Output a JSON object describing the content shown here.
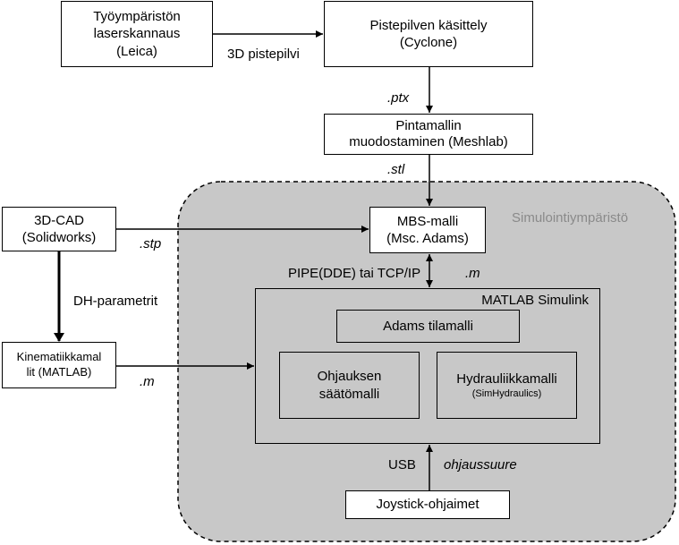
{
  "boxes": {
    "laser": {
      "lines": [
        "Työympäristön",
        "laserskannaus",
        "(Leica)"
      ]
    },
    "pointcloud": {
      "lines": [
        "Pistepilven käsittely",
        "(Cyclone)"
      ]
    },
    "surface": {
      "lines": [
        "Pintamallin",
        "muodostaminen (Meshlab)"
      ]
    },
    "cad": {
      "lines": [
        "3D-CAD",
        "(Solidworks)"
      ]
    },
    "mbs": {
      "lines": [
        "MBS-malli",
        "(Msc. Adams)"
      ]
    },
    "kinematics": {
      "lines": [
        "Kinematiikkamal",
        "lit (MATLAB)"
      ]
    },
    "simulink": {
      "title": "MATLAB Simulink"
    },
    "adams_state": {
      "lines": [
        "Adams tilamalli"
      ]
    },
    "control": {
      "lines": [
        "Ohjauksen",
        "säätömalli"
      ]
    },
    "hydraulic": {
      "line1": "Hydrauliikkamalli",
      "line2": "(SimHydraulics)"
    },
    "joystick": {
      "lines": [
        "Joystick-ohjaimet"
      ]
    }
  },
  "environment": {
    "title": "Simulointiympäristö"
  },
  "edge_labels": {
    "pointcloud_3d": "3D pistepilvi",
    "ptx": ".ptx",
    "stl": ".stl",
    "stp": ".stp",
    "pipe": "PIPE(DDE) tai TCP/IP",
    "m_mbs": ".m",
    "dh": "DH-parametrit",
    "m_kin": ".m",
    "usb": "USB",
    "control_signal": "ohjaussuure"
  }
}
